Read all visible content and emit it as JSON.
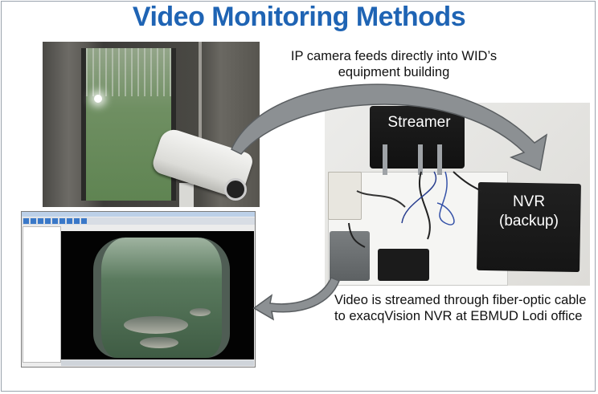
{
  "slide": {
    "title": "Video Monitoring Methods",
    "caption_top": "IP camera feeds directly into WID’s equipment building",
    "caption_bottom": "Video is streamed through fiber-optic cable to exacqVision NVR at EBMUD Lodi office"
  },
  "panel": {
    "streamer_label": "Streamer",
    "nvr_label_line1": "NVR",
    "nvr_label_line2": "(backup)"
  },
  "colors": {
    "title": "#1f64b4",
    "arrow_fill": "#8c9093",
    "arrow_stroke": "#5a5e61"
  }
}
